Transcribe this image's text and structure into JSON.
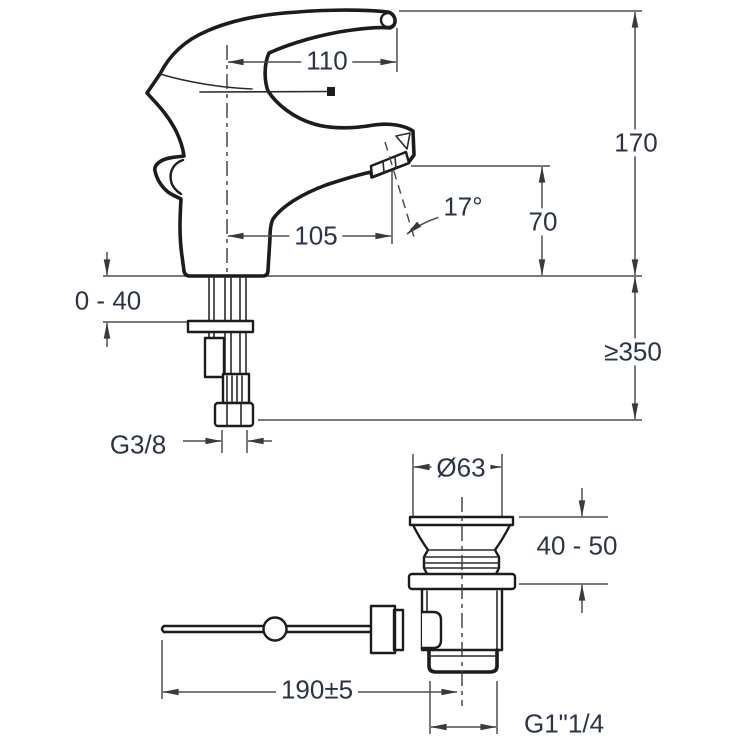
{
  "labels": {
    "dim_110": "110",
    "dim_105": "105",
    "angle_17": "17°",
    "dim_70": "70",
    "dim_170": "170",
    "dim_0_40": "0 - 40",
    "dim_min_350": "≥350",
    "thread_g38": "G3/8",
    "dim_dia_63": "Ø63",
    "dim_40_50": "40 - 50",
    "dim_190": "190±5",
    "thread_g114": "G1\"1/4"
  },
  "colors": {
    "background": "#ffffff",
    "drawing_line": "#1c1c1c",
    "dimension_line": "#4d4d4d",
    "label_text": "#2b3347"
  }
}
